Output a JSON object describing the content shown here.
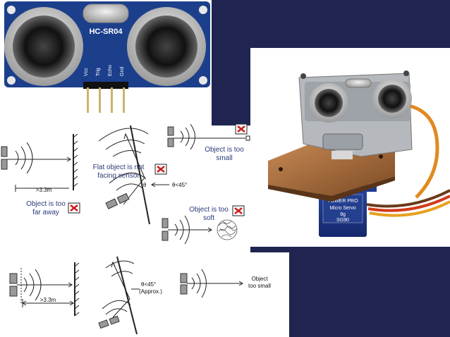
{
  "sensor": {
    "model": "HC-SR04",
    "pins": [
      "Vcc",
      "Trig",
      "Echo",
      "Gnd"
    ]
  },
  "servo": {
    "brand": "TOWER PRO",
    "model": "Micro Servo",
    "number": "9g",
    "sub": "SG90"
  },
  "diagrams": {
    "far_distance": ">3.3m",
    "far_label_1": "Object is too",
    "far_label_2": "far away",
    "flat_label_1": "Flat object is not",
    "flat_label_2": "facing sensor",
    "angle_theta": "θ",
    "angle_label": "θ<45°",
    "small_label_1": "Object is too",
    "small_label_2": "small",
    "soft_label_1": "Object is too",
    "soft_label_2": "soft",
    "bottom_distance": ">3.3m",
    "bottom_angle_1": "θ<45°",
    "bottom_angle_2": "(Approx.)",
    "bottom_small_1": "Object",
    "bottom_small_2": "too small"
  },
  "colors": {
    "navy": "#1f2550",
    "board_blue": "#1c3f8c",
    "x_red": "#c8201e",
    "label_blue": "#2b3a7a"
  }
}
